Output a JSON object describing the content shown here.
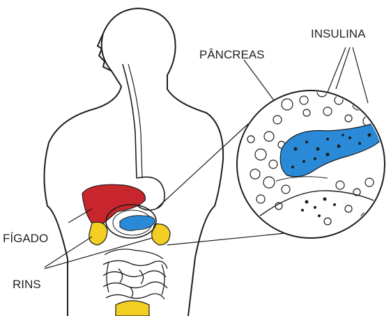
{
  "labels": {
    "insulina": "INSULINA",
    "pancreas": "PÂNCREAS",
    "figado": "FÍGADO",
    "rins": "RINS"
  },
  "colors": {
    "liver": "#c8262c",
    "pancreas": "#2a8ad8",
    "kidney": "#f2cf22",
    "outline": "#1c1c1c"
  }
}
